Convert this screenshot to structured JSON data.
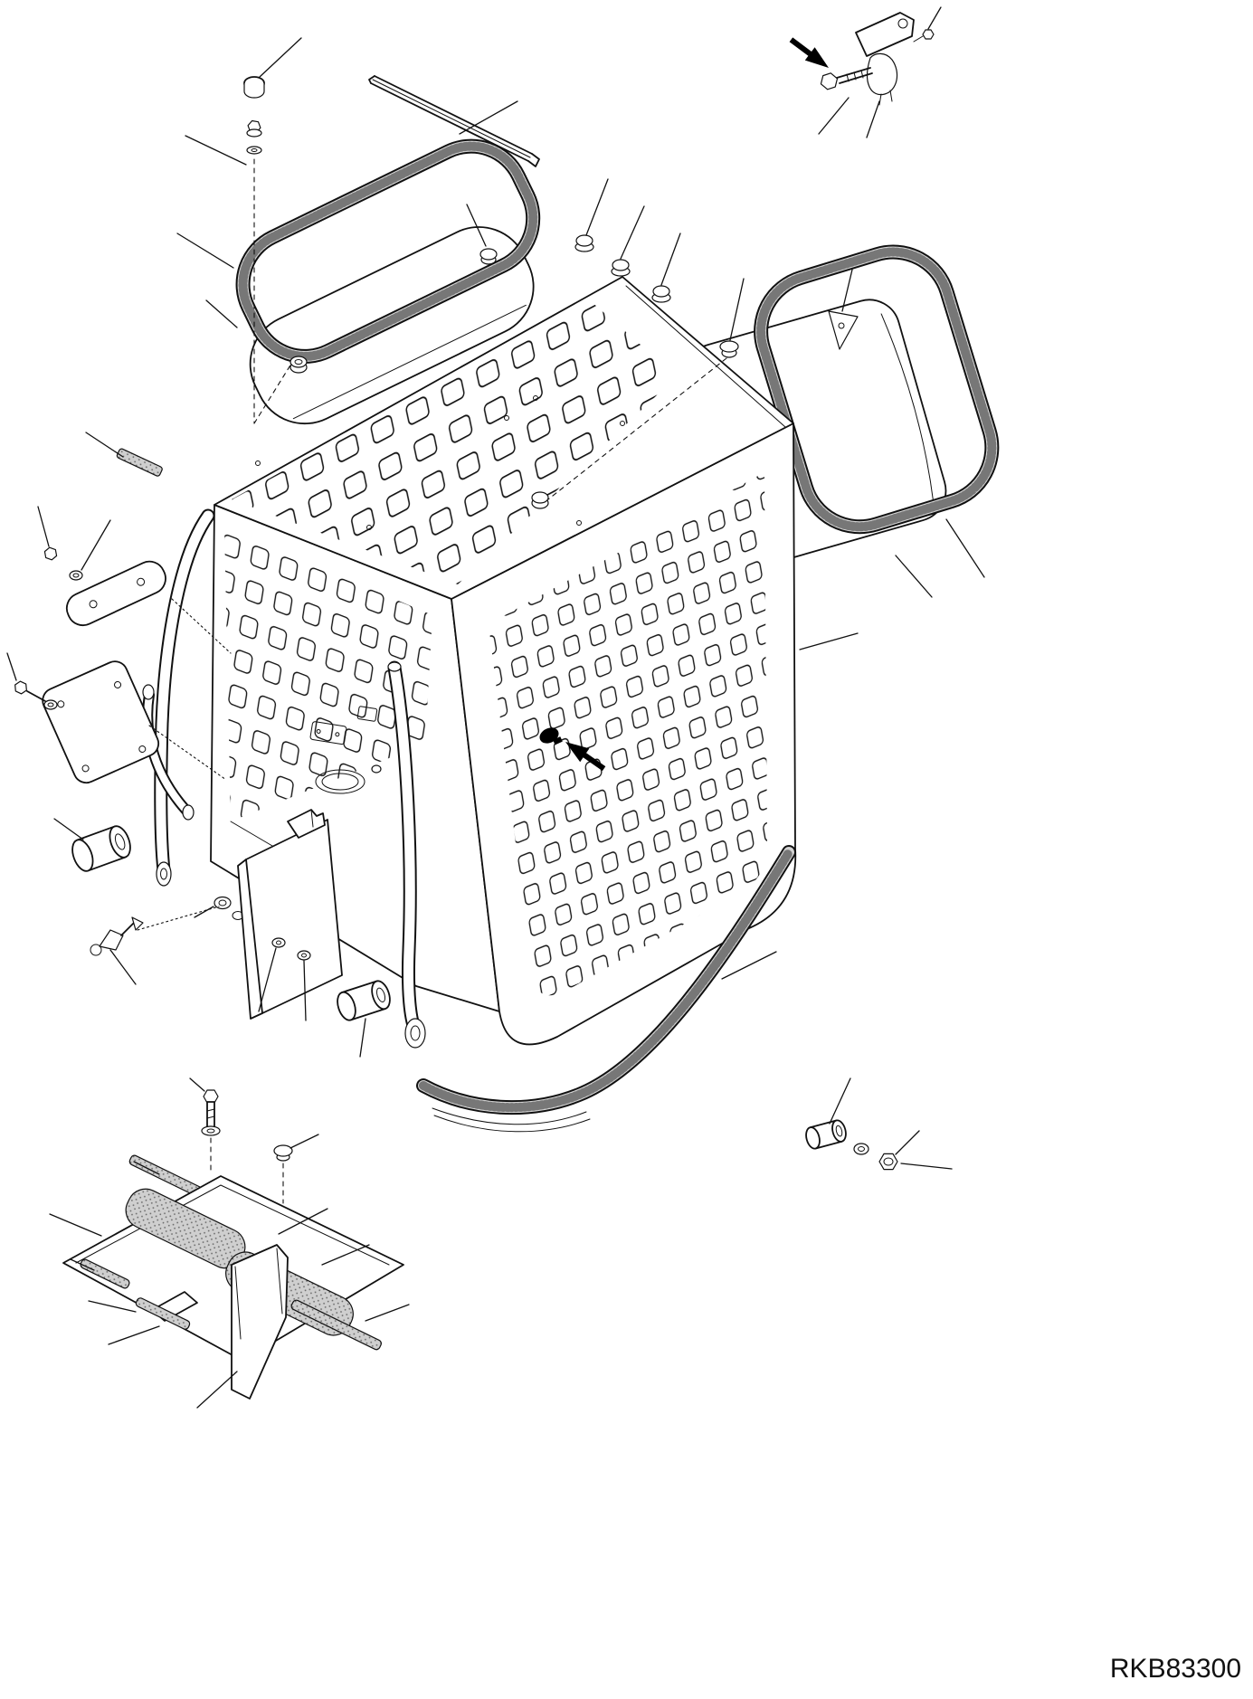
{
  "drawing": {
    "code": "RKB83300",
    "type": "exploded-parts-diagram",
    "colors": {
      "background": "#ffffff",
      "line": "#111111",
      "seal_gray": "#d2d2d2",
      "stipple_gray": "#cfcfcf",
      "solid_black": "#000000"
    },
    "parts": [
      "cab-guard-assembly",
      "roof-perforated-panel",
      "roof-glass-panel",
      "roof-seal-ring",
      "rear-window-glass",
      "rear-window-seal",
      "front-mesh-door",
      "side-mesh-panel",
      "grab-handles",
      "side-cover-plates",
      "door-cover-panel",
      "roller-spacers",
      "bottom-seal-strip",
      "clamp-kit",
      "floor-mat-set",
      "fastener-hardware"
    ]
  }
}
